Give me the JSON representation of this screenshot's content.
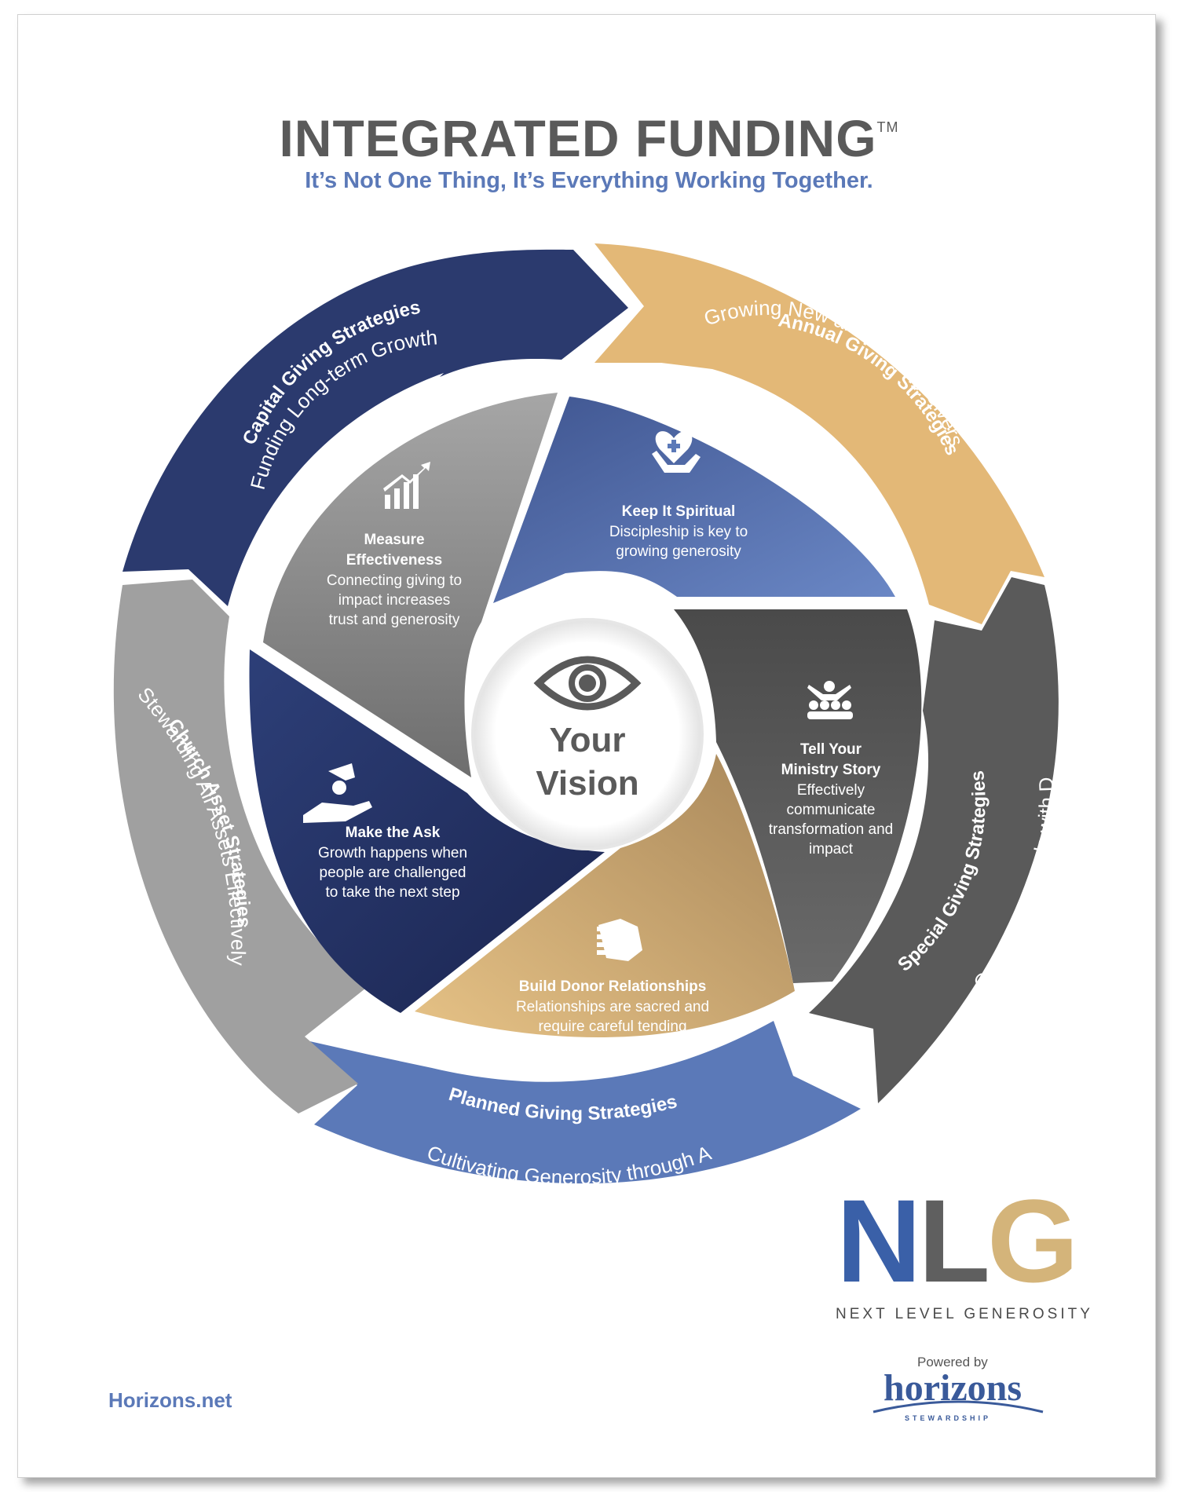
{
  "header": {
    "title": "INTEGRATED FUNDING",
    "trademark": "TM",
    "subtitle": "It’s Not One Thing, It’s Everything Working Together."
  },
  "outer_ring": [
    {
      "title": "Capital Giving Strategies",
      "subtitle": "Funding Long-term Growth",
      "color": "#2b3a6e"
    },
    {
      "title": "Annual Giving Strategies",
      "subtitle": "Growing New and Existing Givers",
      "color": "#e3b877"
    },
    {
      "title": "Special Giving Strategies",
      "subtitle": "Connecting Needs with Donor Interests",
      "color": "#5a5a5a"
    },
    {
      "title": "Planned Giving Strategies",
      "subtitle": "Cultivating Generosity through Assets and Estates",
      "color": "#5b79b8"
    },
    {
      "title": "Church Asset Strategies",
      "subtitle": "Stewarding All Assets Effectively",
      "color": "#a0a0a0"
    }
  ],
  "inner_segments": [
    {
      "title": "Keep It Spiritual",
      "desc": "Discipleship is key to growing generosity",
      "icon": "heart-hand-icon",
      "color": "#5b79b8"
    },
    {
      "title": "Tell Your Ministry Story",
      "desc": "Effectively communicate transformation and impact",
      "icon": "speaker-audience-icon",
      "color": "#5a5a5a"
    },
    {
      "title": "Build Donor Relationships",
      "desc": "Relationships are sacred and require careful tending",
      "icon": "handshake-icon",
      "color": "#e3b877"
    },
    {
      "title": "Make the Ask",
      "desc": "Growth happens when people are challenged to take the next step",
      "icon": "giving-hand-icon",
      "color": "#2b3a6e"
    },
    {
      "title": "Measure Effectiveness",
      "desc": "Connecting giving to impact increases trust and generosity",
      "icon": "growth-chart-icon",
      "color": "#a0a0a0"
    }
  ],
  "center": {
    "line1": "Your",
    "line2": "Vision",
    "icon": "eye-icon"
  },
  "footer": {
    "url": "Horizons.net",
    "logo_letters": [
      "N",
      "L",
      "G"
    ],
    "logo_tagline": "NEXT LEVEL GENEROSITY",
    "powered_by": "Powered by",
    "brand": "horizons",
    "brand_sub": "STEWARDSHIP"
  }
}
